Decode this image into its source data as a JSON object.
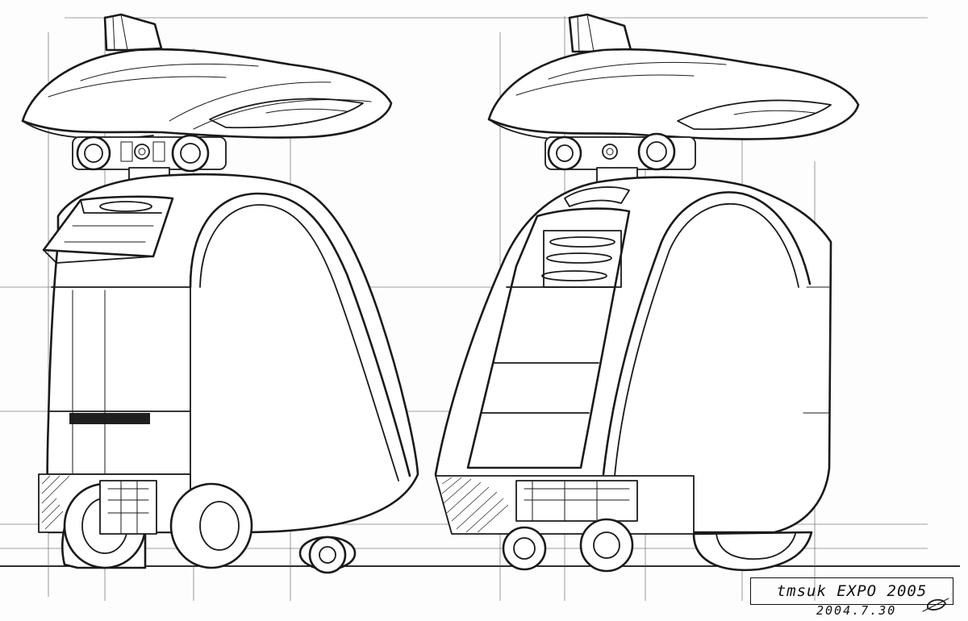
{
  "sheet": {
    "caption": "tmsuk EXPO 2005",
    "date": "2004.7.30",
    "icons": {
      "left_robot": "robot-side-view-sketch",
      "right_robot": "robot-rear-view-sketch",
      "signature": "artist-signature-mark"
    }
  }
}
